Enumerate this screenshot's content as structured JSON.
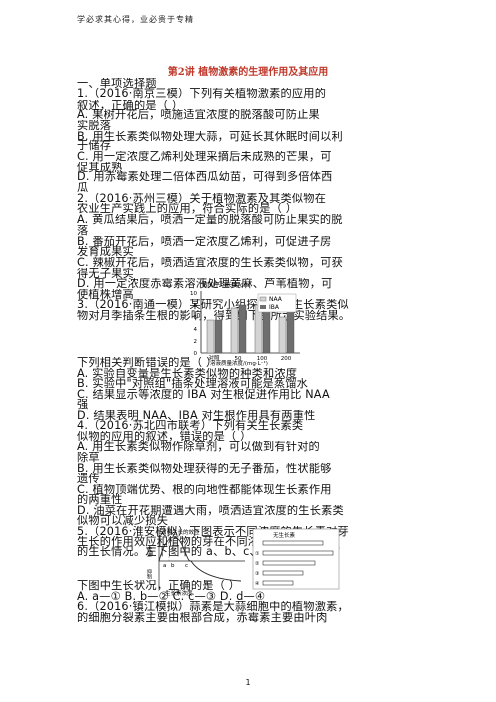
{
  "header": "学必求其心得，业必贵于专精",
  "title": "第2讲  植物激素的生理作用及其应用",
  "lines": [
    "一、单项选择题",
    "1.（2016·南京三模）下列有关植物激素的应用的",
    "叙述，正确的是（    ）",
    "A. 果树开花后，喷施适宜浓度的脱落酸可防止果",
    "实脱落",
    "B. 用生长素类似物处理大蒜，可延长其休眠时间以利",
    "于储存",
    "C. 用一定浓度乙烯利处理采摘后未成熟的芒果，可",
    "促其成熟",
    "D. 用赤霉素处理二倍体西瓜幼苗，可得到多倍体西",
    "瓜",
    "2.（2016·苏州三模）关于植物激素及其类似物在",
    "农业生产实践上的应用，符合实际的是（    ）",
    "A. 黄瓜结果后，喷洒一定量的脱落酸可防止果实的脱",
    "落",
    "B. 番茄开花后，喷洒一定浓度乙烯利，可促进子房",
    "发育成果实",
    "C. 辣椒开花后，喷洒适宜浓度的生长素类似物，可获",
    "得无子果实",
    "D. 用一定浓度赤霉素溶液处理黄麻、芦苇植物，可",
    "使植株增高",
    "3.（2016·南通一模）某研究小组探究两种生长素类似",
    "物对月季插条生根的影响，得到如下图所示实验结果。",
    "下列相关判断错误的是（    ）",
    "A. 实验自变量是生长素类似物的种类和浓度",
    "B. 实验中\"对照组\"插条处理溶液可能是蒸馏水",
    "C. 结果显示等浓度的 IBA 对生根促进作用比 NAA",
    "强",
    "D. 结果表明 NAA、IBA 对生根作用具有两重性",
    "4.（2016·苏北四市联考）下列有关生长素类",
    "似物的应用的叙述，错误的是（    ）",
    "A. 用生长素类似物作除草剂，可以做到有针对的",
    "除草",
    "B. 用生长素类似物处理获得的无子番茄，性状能够",
    "遗传",
    "C. 植物顶端优势、根的向地性都能体现生长素作用",
    "的两重性",
    "D. 油菜在开花期遭遇大雨，喷洒适宜浓度的生长素类",
    "似物可以减少损失",
    "5.（2016·淮安模拟）下图表示不同浓度的生长素对芽",
    "生长的作用效应和植物的芽在不同浓度生长素溶液中",
    "的生长情况。左下图中的 a、b、c、d 点所对应的右",
    "下图中生长状况，正确的是（    ）",
    "A. a—①   B. b—②   C. c—③   D. d—④",
    "6.（2016·镇江模拟）蒜素是大蒜细胞中的植物激素，",
    "的细胞分裂素主要由根部合成，赤霉素主要由叶肉"
  ],
  "chart_data": {
    "type": "bar",
    "ylabel": "根的平均长度/cm",
    "xlabel": "溶液质量浓度/(mg·L⁻¹)",
    "categories": [
      "对照",
      "50",
      "100",
      "200"
    ],
    "series": [
      {
        "name": "NAA",
        "values": [
          5.5,
          7.5,
          8,
          6
        ]
      },
      {
        "name": "IBA",
        "values": [
          5.5,
          8,
          9,
          7
        ]
      }
    ],
    "ylim": [
      0,
      10
    ],
    "yticks": [
      "0",
      "2",
      "4",
      "6",
      "8",
      "10"
    ],
    "colors": {
      "NAA": "#d4d4d4",
      "IBA": "#6e6e6e"
    }
  },
  "figure2": {
    "ylabel": "对芽生长的效应",
    "top_label": "促进",
    "bottom_label": "抑制",
    "xlabel": "生长素浓度",
    "points": [
      "a",
      "b",
      "c",
      "d"
    ],
    "right_title": "无生长素",
    "items": [
      "①",
      "②",
      "③",
      "④"
    ]
  },
  "page_number": "1"
}
